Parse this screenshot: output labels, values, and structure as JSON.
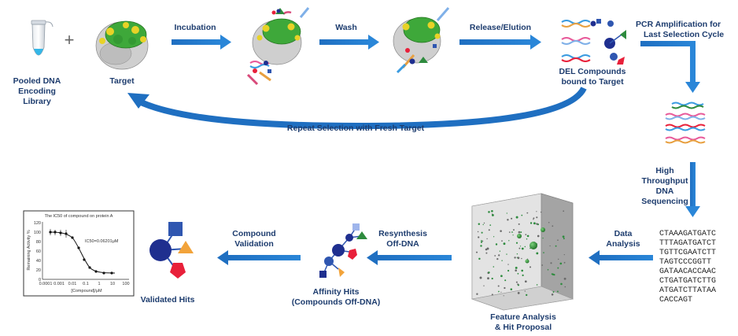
{
  "steps": {
    "library": {
      "line1": "Pooled DNA",
      "line2": "Encoding",
      "line3": "Library"
    },
    "plus": "+",
    "target": "Target",
    "incubation": "Incubation",
    "wash": "Wash",
    "release": "Release/Elution",
    "del": {
      "line1": "DEL Compounds",
      "line2": "bound to Target"
    },
    "pcr": {
      "line1": "PCR Amplification for",
      "line2": "Last Selection Cycle"
    },
    "repeat": "Repeat Selection with Fresh Target",
    "hts": {
      "line1": "High",
      "line2": "Throughput",
      "line3": "DNA",
      "line4": "Sequencing"
    },
    "data_analysis": {
      "line1": "Data",
      "line2": "Analysis"
    },
    "feature": {
      "line1": "Feature Analysis",
      "line2": "& Hit Proposal"
    },
    "resynthesis": {
      "line1": "Resynthesis",
      "line2": "Off-DNA"
    },
    "affinity": {
      "line1": "Affinity Hits",
      "line2": "(Compounds Off-DNA)"
    },
    "compound_validation": {
      "line1": "Compound",
      "line2": "Validation"
    },
    "validated": "Validated Hits"
  },
  "sequences": [
    "CTAAAGATGATC",
    "TTTAGATGATCT",
    "TGTTCGAATCTT",
    "TAGTCCCGGTT",
    "GATAACACCAAC",
    "CTGATGATCTTG",
    "ATGATCTTATAA",
    "CACCAGT"
  ],
  "ic50_chart": {
    "title": "The IC50 of compound on protein A",
    "ylabel": "Remaining Activity %",
    "xlabel": "[Compound]/μM",
    "annotation": "IC50=0.06201μM",
    "yticks": [
      "120",
      "100",
      "80",
      "60",
      "40",
      "20",
      "0"
    ],
    "xticks": [
      "0.0001",
      "0.001",
      "0.01",
      "0.1",
      "1",
      "10",
      "100"
    ]
  },
  "colors": {
    "arrow": "#1f6fc1",
    "label": "#1d3c6e",
    "node_navy": "#1f2f8f",
    "node_blue": "#2f56b0",
    "node_light": "#7f9fe0",
    "orange": "#f2a33a",
    "red": "#e8203a",
    "green": "#2e8b3e",
    "protein_green": "#3ea83a",
    "protein_yellow": "#e8d227"
  }
}
